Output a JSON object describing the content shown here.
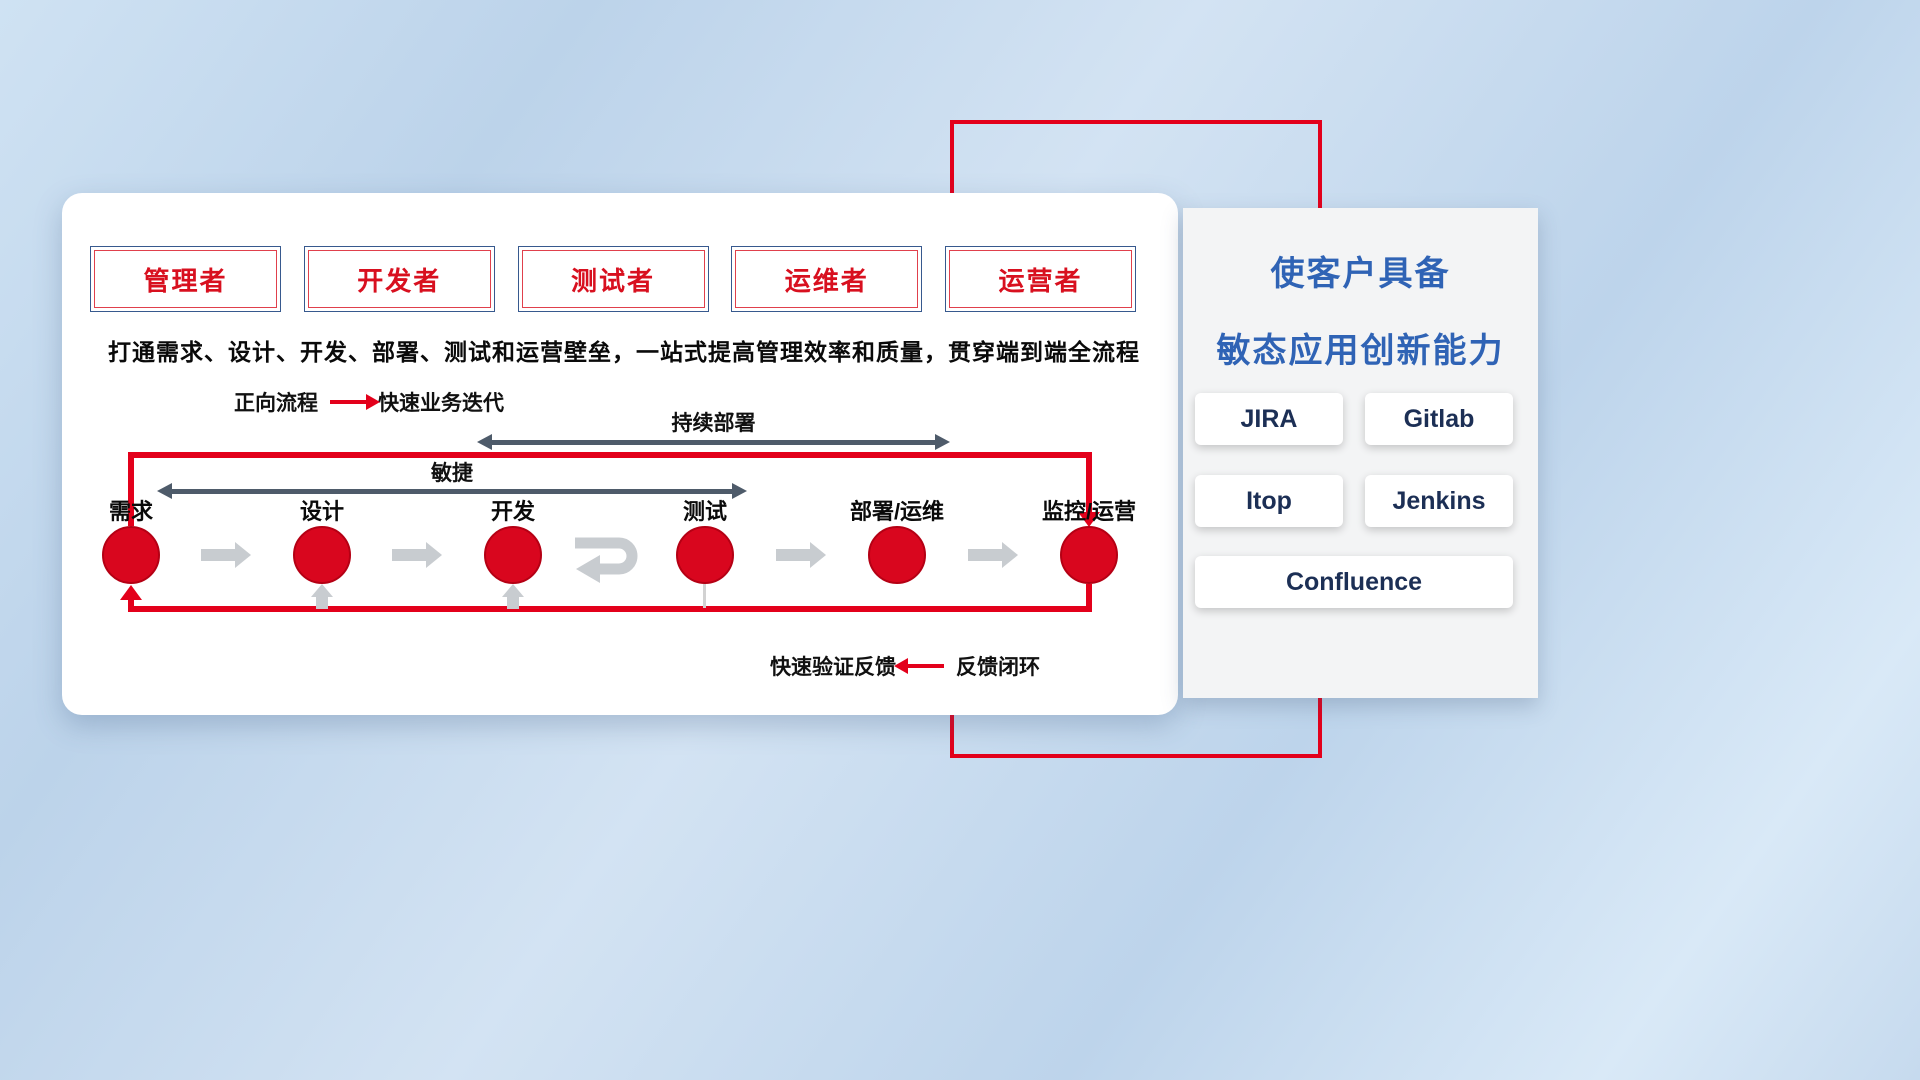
{
  "roles": [
    "管理者",
    "开发者",
    "测试者",
    "运维者",
    "运营者"
  ],
  "card": {
    "subtitle": "打通需求、设计、开发、部署、测试和运营壁垒，一站式提高管理效率和质量，贯穿端到端全流程",
    "legend_forward_label": "正向流程",
    "legend_forward_desc": "快速业务迭代",
    "span_cd_label": "持续部署",
    "span_agile_label": "敏捷",
    "legend_feedback_label": "快速验证反馈",
    "legend_feedback_desc": "反馈闭环",
    "stages": [
      "需求",
      "设计",
      "开发",
      "测试",
      "部署/运维",
      "监控/运营"
    ]
  },
  "panel": {
    "title_line1": "使客户具备",
    "title_line2": "敏态应用创新能力",
    "tools": [
      "JIRA",
      "Gitlab",
      "Itop",
      "Jenkins",
      "Confluence"
    ]
  },
  "colors": {
    "accent_red": "#e3001b",
    "circle_red": "#d9061e",
    "slate_arrow": "#4e5b6a",
    "gray_arrow": "#c8ccd0",
    "title_blue": "#2f63b5",
    "tool_text": "#1c2f55",
    "role_text": "#d8101f"
  }
}
